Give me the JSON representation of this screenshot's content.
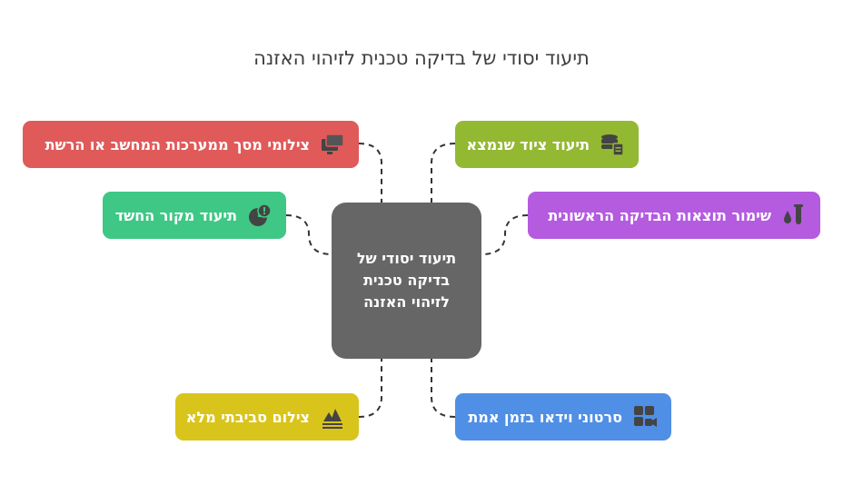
{
  "title": "תיעוד יסודי של בדיקה טכנית לזיהוי האזנה",
  "center": "תיעוד יסודי של בדיקה טכנית לזיהוי האזנה",
  "nodes": [
    {
      "label": "צילומי מסך ממערכות המחשב או הרשת",
      "icon": "monitor-icon",
      "color": "#e05a5a"
    },
    {
      "label": "תיעוד מקור החשד",
      "icon": "alert-pie-icon",
      "color": "#3fc785"
    },
    {
      "label": "צילום סביבתי מלא",
      "icon": "landscape-icon",
      "color": "#d9c41c"
    },
    {
      "label": "תיעוד ציוד שנמצא",
      "icon": "database-doc-icon",
      "color": "#93b832"
    },
    {
      "label": "שימור תוצאות הבדיקה הראשונית",
      "icon": "test-tube-icon",
      "color": "#b45be0"
    },
    {
      "label": "סרטוני וידאו בזמן אמת",
      "icon": "video-grid-icon",
      "color": "#4f8fe6"
    }
  ]
}
